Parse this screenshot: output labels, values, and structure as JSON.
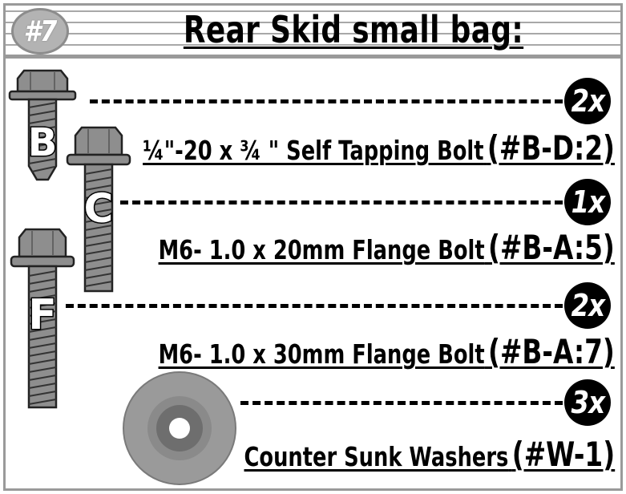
{
  "header": {
    "badge": "#7",
    "title": "Rear Skid small bag:"
  },
  "parts": [
    {
      "letter": "B",
      "qty": "2x",
      "description": "¼\"-20 x ¾ \" Self Tapping Bolt",
      "code": "(#B-D:2)"
    },
    {
      "letter": "C",
      "qty": "1x",
      "description": "M6- 1.0 x 20mm Flange Bolt",
      "code": "(#B-A:5)"
    },
    {
      "letter": "F",
      "qty": "2x",
      "description": "M6- 1.0 x 30mm Flange Bolt",
      "code": "(#B-A:7)"
    },
    {
      "letter": "",
      "qty": "3x",
      "description": "Counter Sunk Washers",
      "code": "(#W-1)"
    }
  ],
  "colors": {
    "bolt": "#8e8e8e",
    "bolt_dark": "#6e6e6e",
    "frame": "#9a9a9a",
    "badge": "#b3b3b3",
    "qty_bg": "#000000"
  }
}
